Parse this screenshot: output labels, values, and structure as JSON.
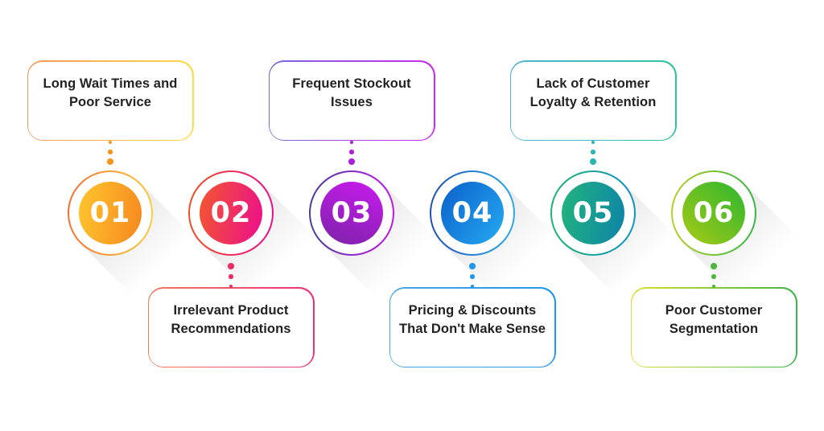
{
  "background": "#ffffff",
  "text_color": "#222222",
  "shadow_color": "rgba(0,0,0,0.11)",
  "items": [
    {
      "number": "01",
      "label": "Long Wait Times and Poor Service",
      "label_line1": "Long Wait Times and",
      "label_line2": "Poor Service",
      "box_position": "top",
      "colors": {
        "box_border": [
          "#f29a5a",
          "#ffd94a"
        ],
        "ring": [
          "#f2712f",
          "#ffcb3e"
        ],
        "fill": [
          "#ffc62e",
          "#f6871f"
        ],
        "fill_angle": "100deg",
        "dot": "#f7941e"
      }
    },
    {
      "number": "02",
      "label": "Irrelevant Product Recommendations",
      "label_line1": "Irrelevant Product",
      "label_line2": "Recommendations",
      "box_position": "bottom",
      "colors": {
        "box_border": [
          "#f4785c",
          "#ed2f7c"
        ],
        "ring": [
          "#f05123",
          "#ec0c8c"
        ],
        "fill": [
          "#f4572e",
          "#ec0e8d"
        ],
        "fill_angle": "100deg",
        "dot": "#ed2d62"
      }
    },
    {
      "number": "03",
      "label": "Frequent Stockout Issues",
      "label_line1": "Frequent Stockout",
      "label_line2": "Issues",
      "box_position": "top",
      "colors": {
        "box_border": [
          "#7a68dd",
          "#cb2af0"
        ],
        "ring": [
          "#4a3e9b",
          "#c316ea"
        ],
        "fill": [
          "#c91bef",
          "#7d22a8"
        ],
        "fill_angle": "200deg",
        "dot": "#ae1fdb"
      }
    },
    {
      "number": "04",
      "label": "Pricing & Discounts That Don't Make Sense",
      "label_line1": "Pricing & Discounts",
      "label_line2": "That Don't Make Sense",
      "box_position": "bottom",
      "colors": {
        "box_border": [
          "#4aa5e8",
          "#1e96ea"
        ],
        "ring": [
          "#2150b5",
          "#2babe8"
        ],
        "fill": [
          "#0b60cb",
          "#25aaf2"
        ],
        "fill_angle": "125deg",
        "dot": "#1e98ef"
      }
    },
    {
      "number": "05",
      "label": "Lack of Customer Loyalty & Retention",
      "label_line1": "Lack of Customer",
      "label_line2": "Loyalty & Retention",
      "box_position": "top",
      "colors": {
        "box_border": [
          "#4fb4d4",
          "#2dc2a2"
        ],
        "ring": [
          "#1fb573",
          "#1193c1"
        ],
        "fill": [
          "#22b47e",
          "#0d84a8"
        ],
        "fill_angle": "100deg",
        "dot": "#2ab5b5"
      }
    },
    {
      "number": "06",
      "label": "Poor Customer Segmentation",
      "label_line1": "Poor Customer",
      "label_line2": "Segmentation",
      "box_position": "bottom",
      "colors": {
        "box_border": [
          "#dade2b",
          "#3cb54a"
        ],
        "ring": [
          "#b8d028",
          "#39b54a"
        ],
        "fill": [
          "#a9ca16",
          "#2bb62f"
        ],
        "fill_angle": "45deg",
        "dot": "#4cb73c"
      }
    }
  ]
}
